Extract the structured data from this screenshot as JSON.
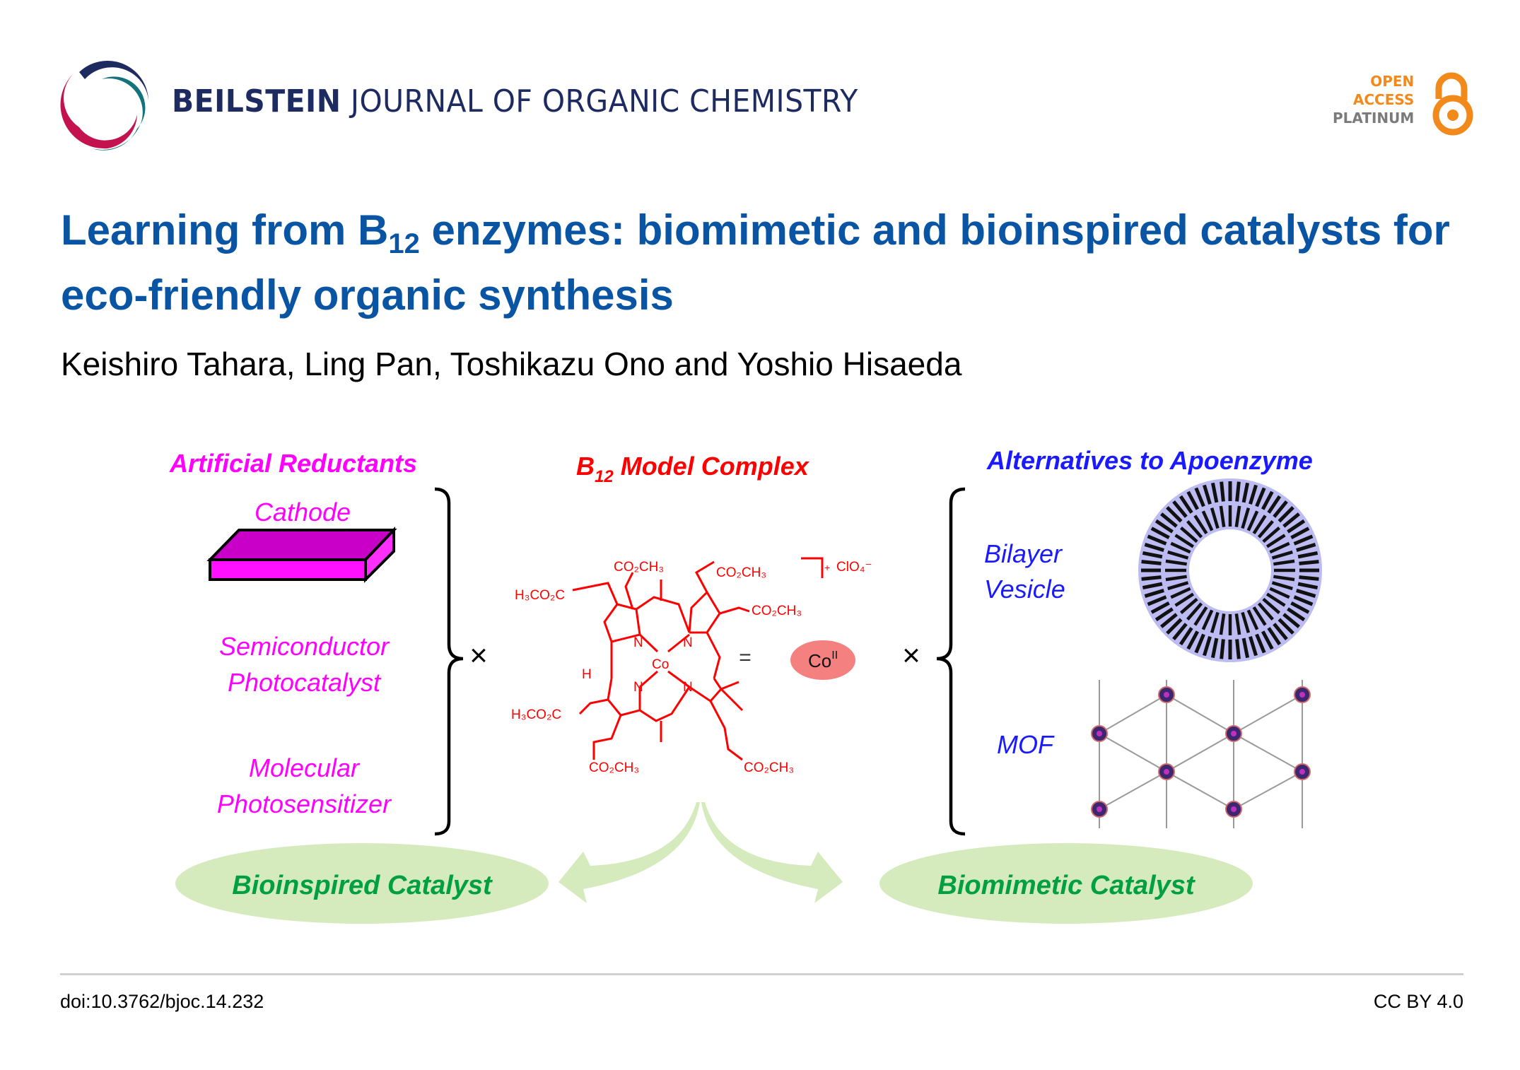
{
  "header": {
    "journal_bold": "BEILSTEIN",
    "journal_rest": "JOURNAL OF ORGANIC CHEMISTRY",
    "badge": {
      "line1": "OPEN",
      "line2": "ACCESS",
      "line3": "PLATINUM",
      "icon": "open-access-lock-icon"
    }
  },
  "article": {
    "title_part1": "Learning from B",
    "title_sub": "12",
    "title_part2": " enzymes: biomimetic and bioinspired catalysts for eco-friendly organic synthesis",
    "authors": "Keishiro Tahara, Ling Pan, Toshikazu Ono and Yoshio Hisaeda"
  },
  "figure": {
    "left_heading": "Artificial Reductants",
    "left_items": [
      "Cathode",
      "Semiconductor",
      "Photocatalyst",
      "Molecular",
      "Photosensitizer"
    ],
    "center_heading": "B",
    "center_heading_sub": "12",
    "center_heading_rest": " Model Complex",
    "right_heading": "Alternatives to Apoenzyme",
    "right_items": [
      "Bilayer",
      "Vesicle",
      "MOF"
    ],
    "times_symbol": "×",
    "equals_symbol": "=",
    "cobalt_label": "Co",
    "cobalt_oxidation": "II",
    "molecule_labels": {
      "co2ch3": "CO₂CH₃",
      "h3co2c": "H₃CO₂C",
      "counterion": "ClO₄⁻",
      "charge": "+",
      "n": "N",
      "co": "Co",
      "h": "H"
    },
    "bottom_left": "Bioinspired Catalyst",
    "bottom_right": "Biomimetic Catalyst",
    "colors": {
      "magenta": "#ff00ff",
      "red": "#ff0000",
      "blue": "#1a1aff",
      "green_text": "#00a040",
      "green_fill": "#d5ebbd",
      "cobalt_fill": "#f58080",
      "vesicle_fill": "#bcbcf2"
    }
  },
  "footer": {
    "doi": "doi:10.3762/bjoc.14.232",
    "license": "CC BY 4.0"
  }
}
